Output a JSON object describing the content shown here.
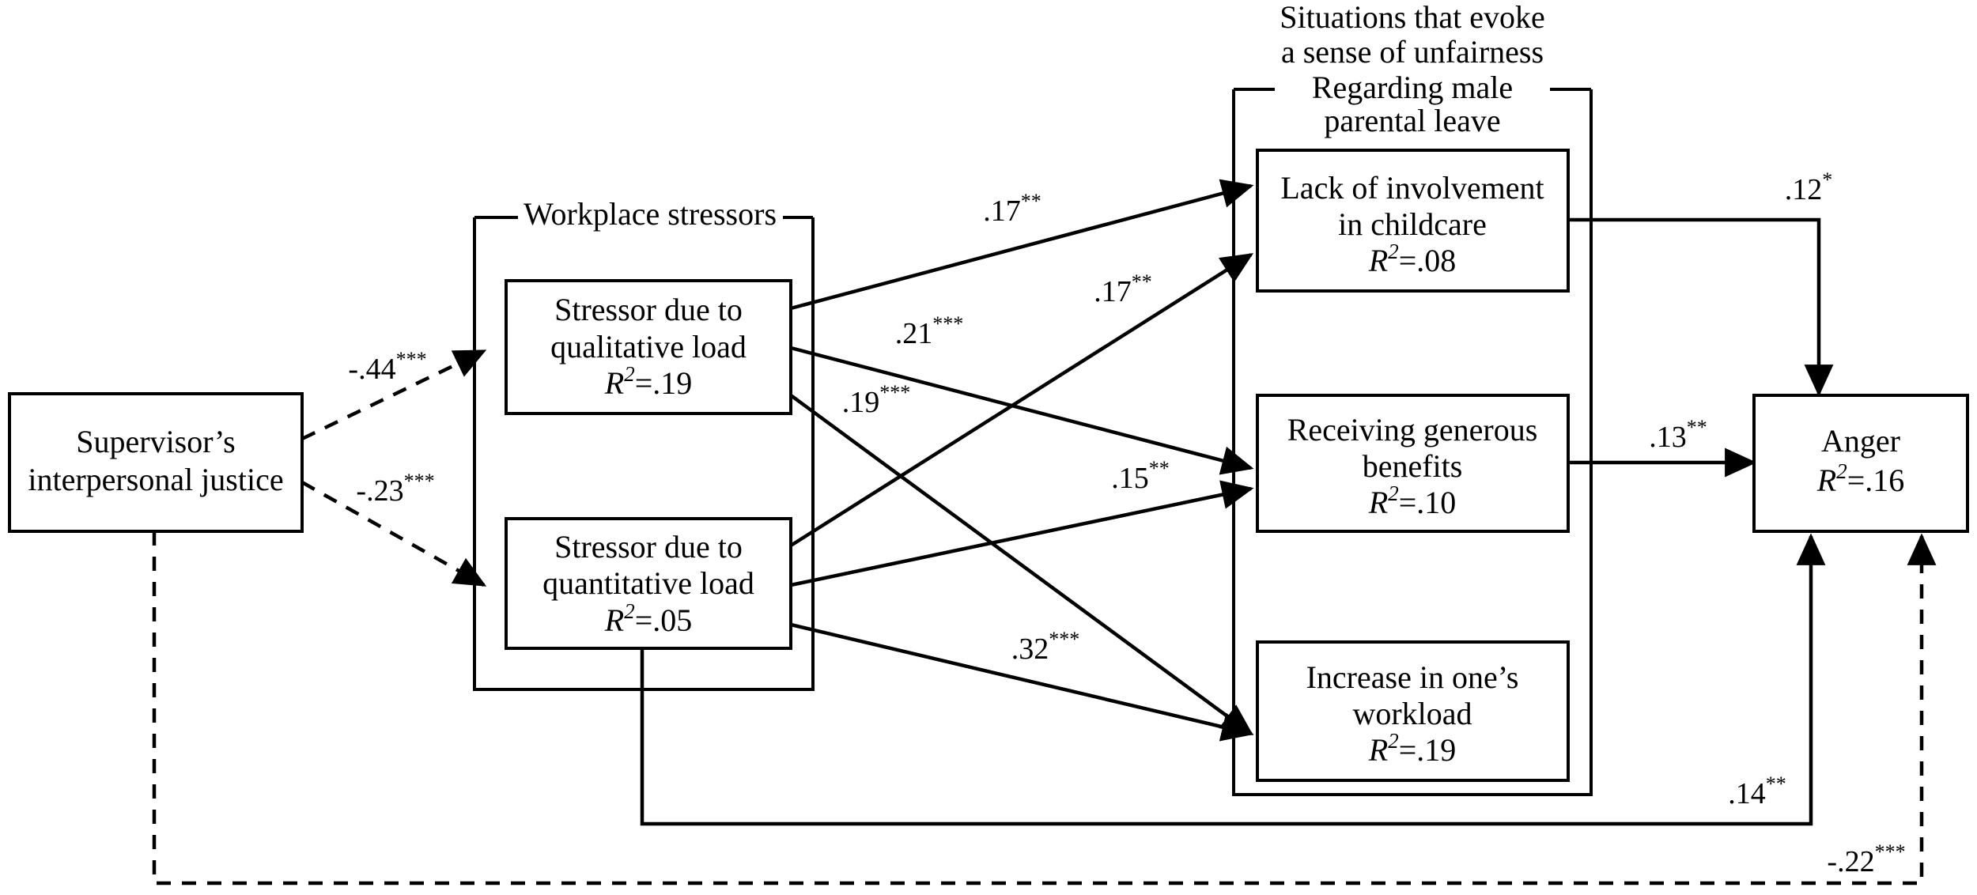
{
  "figure": {
    "type": "path-diagram",
    "description": "Structural equation model path diagram"
  },
  "groups": {
    "workplace": {
      "label": "Workplace stressors"
    },
    "situations": {
      "line1": "Situations that evoke",
      "line2": "a sense of unfairness",
      "line3": "Regarding  male",
      "line4": "parental leave"
    }
  },
  "nodes": {
    "supervisor": {
      "line1": "Supervisor’s",
      "line2": "interpersonal justice",
      "r2": ""
    },
    "qualitative": {
      "line1": "Stressor due to",
      "line2": "qualitative load",
      "r2_label": "R",
      "r2_exp": "2",
      "r2_eq": "=.19",
      "r2": ".19"
    },
    "quantitative": {
      "line1": "Stressor due to",
      "line2": "quantitative load",
      "r2_label": "R",
      "r2_exp": "2",
      "r2_eq": "=.05",
      "r2": ".05"
    },
    "childcare": {
      "line1": "Lack of involvement",
      "line2": "in childcare",
      "r2_label": "R",
      "r2_exp": "2",
      "r2_eq": "=.08",
      "r2": ".08"
    },
    "benefits": {
      "line1": "Receiving generous",
      "line2": "benefits",
      "r2_label": "R",
      "r2_exp": "2",
      "r2_eq": "=.10",
      "r2": ".10"
    },
    "workload": {
      "line1": "Increase in one’s",
      "line2": "workload",
      "r2_label": "R",
      "r2_exp": "2",
      "r2_eq": "=.19",
      "r2": ".19"
    },
    "anger": {
      "line1": "Anger",
      "line2": "",
      "r2_label": "R",
      "r2_exp": "2",
      "r2_eq": "=.16",
      "r2": ".16"
    }
  },
  "paths": [
    {
      "id": "sup-qual",
      "from": "supervisor",
      "to": "qualitative",
      "value": "-.44",
      "stars": "***",
      "style": "dashed"
    },
    {
      "id": "sup-quant",
      "from": "supervisor",
      "to": "quantitative",
      "value": "-.23",
      "stars": "***",
      "style": "dashed"
    },
    {
      "id": "qual-child",
      "from": "qualitative",
      "to": "childcare",
      "value": ".17",
      "stars": "**",
      "style": "solid"
    },
    {
      "id": "qual-ben",
      "from": "qualitative",
      "to": "benefits",
      "value": ".21",
      "stars": "***",
      "style": "solid"
    },
    {
      "id": "qual-work",
      "from": "qualitative",
      "to": "workload",
      "value": ".19",
      "stars": "***",
      "style": "solid"
    },
    {
      "id": "quant-child",
      "from": "quantitative",
      "to": "childcare",
      "value": ".17",
      "stars": "**",
      "style": "solid"
    },
    {
      "id": "quant-ben",
      "from": "quantitative",
      "to": "benefits",
      "value": ".15",
      "stars": "**",
      "style": "solid"
    },
    {
      "id": "quant-work",
      "from": "quantitative",
      "to": "workload",
      "value": ".32",
      "stars": "***",
      "style": "solid"
    },
    {
      "id": "child-ang",
      "from": "childcare",
      "to": "anger",
      "value": ".12",
      "stars": "*",
      "style": "solid"
    },
    {
      "id": "ben-ang",
      "from": "benefits",
      "to": "anger",
      "value": ".13",
      "stars": "**",
      "style": "solid"
    },
    {
      "id": "quant-ang",
      "from": "quantitative",
      "to": "anger",
      "value": ".14",
      "stars": "**",
      "style": "solid"
    },
    {
      "id": "sup-ang",
      "from": "supervisor",
      "to": "anger",
      "value": "-.22",
      "stars": "***",
      "style": "dashed"
    }
  ],
  "coef_labels": {
    "sup_qual": {
      "value": "-.44",
      "stars": "***"
    },
    "sup_quant": {
      "value": "-.23",
      "stars": "***"
    },
    "qual_child": {
      "value": ".17",
      "stars": "**"
    },
    "quant_child": {
      "value": ".17",
      "stars": "**"
    },
    "qual_ben": {
      "value": ".21",
      "stars": "***"
    },
    "qual_work": {
      "value": ".19",
      "stars": "***"
    },
    "quant_ben": {
      "value": ".15",
      "stars": "**"
    },
    "quant_work": {
      "value": ".32",
      "stars": "***"
    },
    "child_ang": {
      "value": ".12",
      "stars": "*"
    },
    "ben_ang": {
      "value": ".13",
      "stars": "**"
    },
    "quant_ang": {
      "value": ".14",
      "stars": "**"
    },
    "sup_ang": {
      "value": "-.22",
      "stars": "***"
    }
  }
}
